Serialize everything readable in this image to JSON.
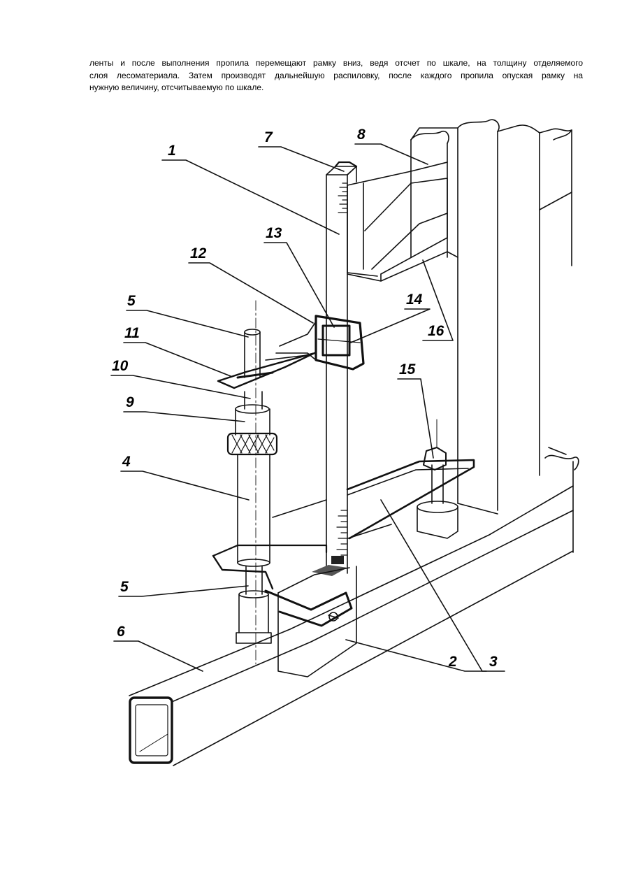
{
  "paragraph": {
    "line1": "ленты и после выполнения пропила перемещают рамку вниз, ведя отсчет по шкале, на толщину отделяемого",
    "line2": "слоя лесоматериала. Затем производят дальнейшую распиловку, после каждого пропила опуская рамку на",
    "line3": "нужную величину, отсчитываемую по шкале."
  },
  "figure": {
    "labels": {
      "l1": "1",
      "l2": "2",
      "l3": "3",
      "l4": "4",
      "l5a": "5",
      "l5b": "5",
      "l6": "6",
      "l7": "7",
      "l8": "8",
      "l9": "9",
      "l10": "10",
      "l11": "11",
      "l12": "12",
      "l13": "13",
      "l14": "14",
      "l15": "15",
      "l16": "16"
    }
  }
}
